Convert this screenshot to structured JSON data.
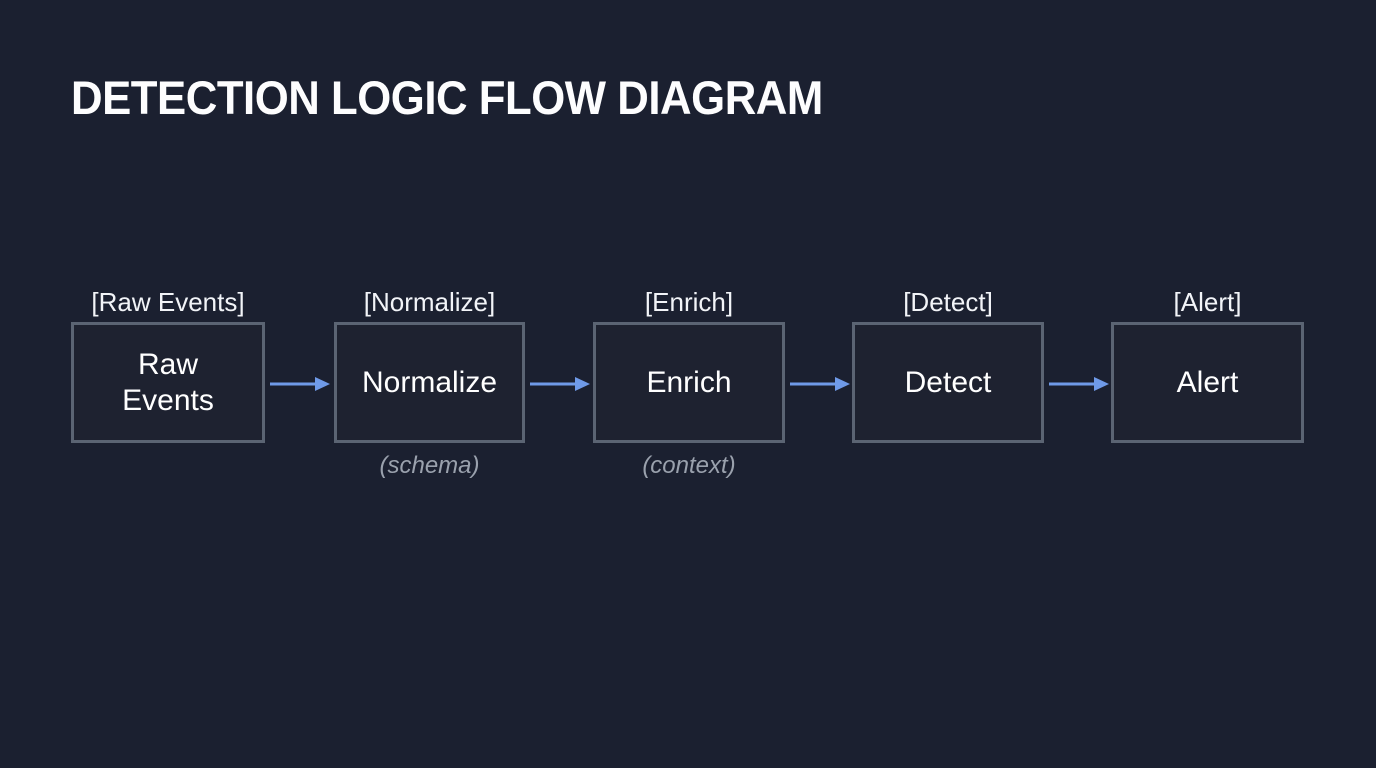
{
  "title": "DETECTION LOGIC FLOW DIAGRAM",
  "colors": {
    "background": "#1b2030",
    "node_fill": "#1e2230",
    "node_border": "#5b6473",
    "arrow": "#6f9ae8",
    "title_text": "#fdfdfe",
    "label_text": "#f2f4f8",
    "caption_text": "#9aa1ad"
  },
  "diagram": {
    "type": "flow",
    "orientation": "left-to-right",
    "nodes": [
      {
        "id": "raw-events",
        "label": "[Raw Events]",
        "text": "Raw\nEvents",
        "caption": ""
      },
      {
        "id": "normalize",
        "label": "[Normalize]",
        "text": "Normalize",
        "caption": "(schema)"
      },
      {
        "id": "enrich",
        "label": "[Enrich]",
        "text": "Enrich",
        "caption": "(context)"
      },
      {
        "id": "detect",
        "label": "[Detect]",
        "text": "Detect",
        "caption": ""
      },
      {
        "id": "alert",
        "label": "[Alert]",
        "text": "Alert",
        "caption": ""
      }
    ],
    "edges": [
      {
        "from": "raw-events",
        "to": "normalize",
        "label": ""
      },
      {
        "from": "normalize",
        "to": "enrich",
        "label": ""
      },
      {
        "from": "enrich",
        "to": "detect",
        "label": ""
      },
      {
        "from": "detect",
        "to": "alert",
        "label": ""
      }
    ]
  },
  "node_labels": {
    "raw_events": "[Raw Events]",
    "normalize": "[Normalize]",
    "enrich": "[Enrich]",
    "detect": "[Detect]",
    "alert": "[Alert]"
  },
  "node_texts": {
    "raw_events_line1": "Raw",
    "raw_events_line2": "Events",
    "normalize": "Normalize",
    "enrich": "Enrich",
    "detect": "Detect",
    "alert": "Alert"
  },
  "captions": {
    "normalize": "(schema)",
    "enrich": "(context)"
  }
}
